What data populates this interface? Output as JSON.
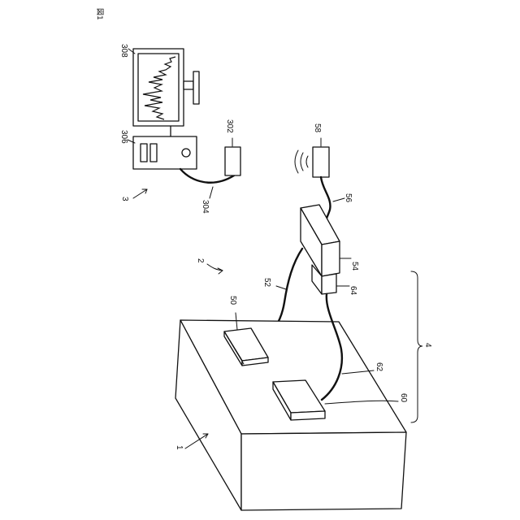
{
  "figure_label": "図1",
  "reference_numerals": {
    "object": "1",
    "system": "2",
    "computer_system": "3",
    "sensor_group": "4",
    "sensor_a": "50",
    "cable_a": "52",
    "hub_main": "54",
    "cable_antenna": "56",
    "antenna": "58",
    "sensor_b": "60",
    "cable_b": "62",
    "hub_sub": "64",
    "receiver": "302",
    "cable_receiver": "304",
    "tower_pc": "306",
    "monitor": "308"
  }
}
